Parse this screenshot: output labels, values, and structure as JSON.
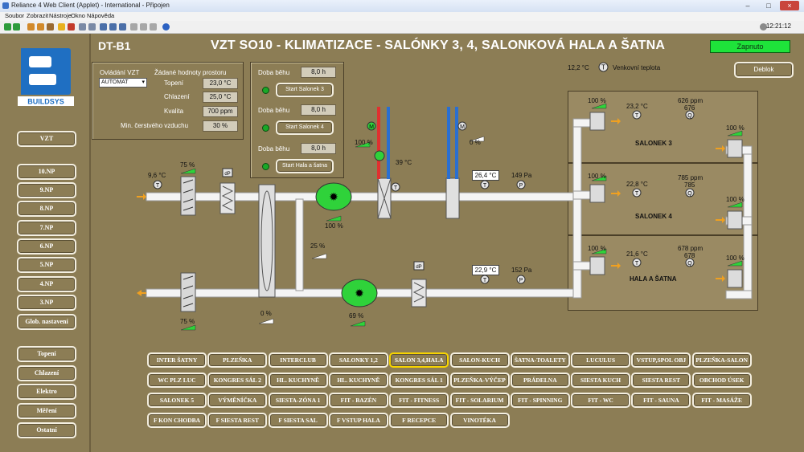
{
  "window": {
    "title": "Reliance 4 Web Client (Applet) - International - Připojen",
    "clock": "12:21:12"
  },
  "menu": [
    "Soubor",
    "Zobrazit",
    "Nástroje",
    "Okno",
    "Nápověda"
  ],
  "logo": {
    "text": "BUILDSYS",
    "color": "#1f6fc2"
  },
  "nav_top": [
    "VZT"
  ],
  "nav_floors": [
    "10.NP",
    "9.NP",
    "8.NP",
    "7.NP",
    "6.NP",
    "5.NP",
    "4.NP",
    "3.NP",
    "Glob. nastavení"
  ],
  "nav_bottom": [
    "Topení",
    "Chlazení",
    "Elektro",
    "Měření",
    "Ostatní"
  ],
  "header": {
    "tag": "DT-B1",
    "title": "VZT SO10 - KLIMATIZACE - SALÓNKY 3, 4, SALONKOVÁ HALA A ŠATNA",
    "status": "Zapnuto",
    "status_color": "#1ee33a"
  },
  "control": {
    "ovladani_label": "Ovládání VZT",
    "ovladani_value": "AUTOMAT",
    "zadane_label": "Žádané hodnoty prostoru",
    "rows": [
      {
        "label": "Topení",
        "value": "23,0 °C"
      },
      {
        "label": "Chlazení",
        "value": "25,0 °C"
      },
      {
        "label": "Kvalita",
        "value": "700 ppm"
      },
      {
        "label": "Min. čerstvého vzduchu",
        "value": "30 %"
      }
    ]
  },
  "runtime": {
    "label": "Doba běhu",
    "items": [
      {
        "value": "8,0 h",
        "button": "Start Salonek 3"
      },
      {
        "value": "8,0 h",
        "button": "Start Salonek 4"
      },
      {
        "value": "8,0 h",
        "button": "Start Hala a šatna"
      }
    ]
  },
  "outdoor": {
    "value": "12,2 °C",
    "label": "Venkovní teplota"
  },
  "deblok": "Deblok",
  "diagram": {
    "intake_temp": "9,6 °C",
    "intake_damper": "75 %",
    "exhaust_damper": "75 %",
    "bypass_damper": "25 %",
    "recuperator": "0 %",
    "supply_fan": "100 %",
    "exhaust_fan": "69 %",
    "heater_valve": "100 %",
    "heater_temp": "39 °C",
    "cooler_valve": "0 %",
    "supply_temp": "26,4 °C",
    "supply_pressure": "149 Pa",
    "exhaust_temp": "22,9 °C",
    "exhaust_pressure": "152 Pa",
    "dp": "dP",
    "sensor_t": "T",
    "sensor_q": "Q",
    "sensor_p": "P",
    "sensor_m": "M"
  },
  "rooms": [
    {
      "name": "SALONEK 3",
      "supply": "100 %",
      "temp": "23,2 °C",
      "ppm": "626 ppm",
      "ppm2": "676",
      "exhaust": "100 %"
    },
    {
      "name": "SALONEK 4",
      "supply": "100 %",
      "temp": "22,8 °C",
      "ppm": "785 ppm",
      "ppm2": "785",
      "exhaust": "100 %"
    },
    {
      "name": "HALA A ŠATNA",
      "supply": "100 %",
      "temp": "21,6 °C",
      "ppm": "678 ppm",
      "ppm2": "678",
      "exhaust": "100 %"
    }
  ],
  "bottom_buttons": [
    [
      "INTER ŠATNY",
      "PLZEŇKA",
      "INTERCLUB",
      "SALONKY 1,2",
      "SALON 3,4,HALA",
      "SALON-KUCH",
      "ŠATNA-TOALETY",
      "LUCULUS",
      "VSTUP,SPOL OBJ",
      "PLZEŇKA-SALON"
    ],
    [
      "WC PLZ LUC",
      "KONGRES SÁL 2",
      "HL. KUCHYNĚ",
      "HL. KUCHYNĚ",
      "KONGRES SÁL 1",
      "PLZEŇKA-VÝČEP",
      "PRÁDELNA",
      "SIESTA KUCH",
      "SIESTA REST",
      "OBCHOD ÚSEK"
    ],
    [
      "SALONEK 5",
      "VÝMĚNÍČKA",
      "SIESTA-ZÓNA 1",
      "FIT - BAZÉN",
      "FIT - FITNESS",
      "FIT - SOLARIUM",
      "FIT - SPINNING",
      "FIT - WC",
      "FIT - SAUNA",
      "FIT - MASÁŽE"
    ],
    [
      "F KON CHODBA",
      "F SIESTA REST",
      "F SIESTA SAL",
      "F VSTUP HALA",
      "F RECEPCE",
      "VINOTÉKA"
    ]
  ],
  "selected_button": "SALON 3,4,HALA"
}
